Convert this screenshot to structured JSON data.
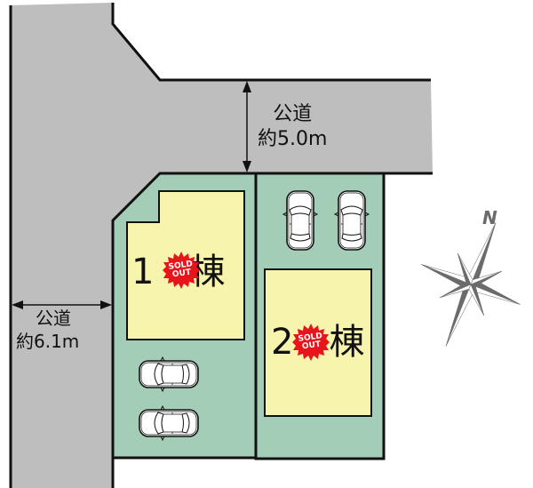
{
  "colors": {
    "road": "#bebebe",
    "lot": "#a3cdb6",
    "building": "#f7f4ad",
    "outline": "#111111",
    "sold_badge": "#e8141c",
    "compass": "#6b6b6b"
  },
  "roads": {
    "top": {
      "name": "公道",
      "width": "約5.0m"
    },
    "left": {
      "name": "公道",
      "width": "約6.1m"
    }
  },
  "lots": [
    {
      "id": 1,
      "label_prefix": "1",
      "label_suffix": "棟",
      "status": "SOLD OUT",
      "status_line1": "SOLD",
      "status_line2": "OUT",
      "parking_spaces": 2
    },
    {
      "id": 2,
      "label_prefix": "2",
      "label_suffix": "棟",
      "status": "SOLD OUT",
      "status_line1": "SOLD",
      "status_line2": "OUT",
      "parking_spaces": 2
    }
  ],
  "compass": {
    "north_label": "N"
  }
}
